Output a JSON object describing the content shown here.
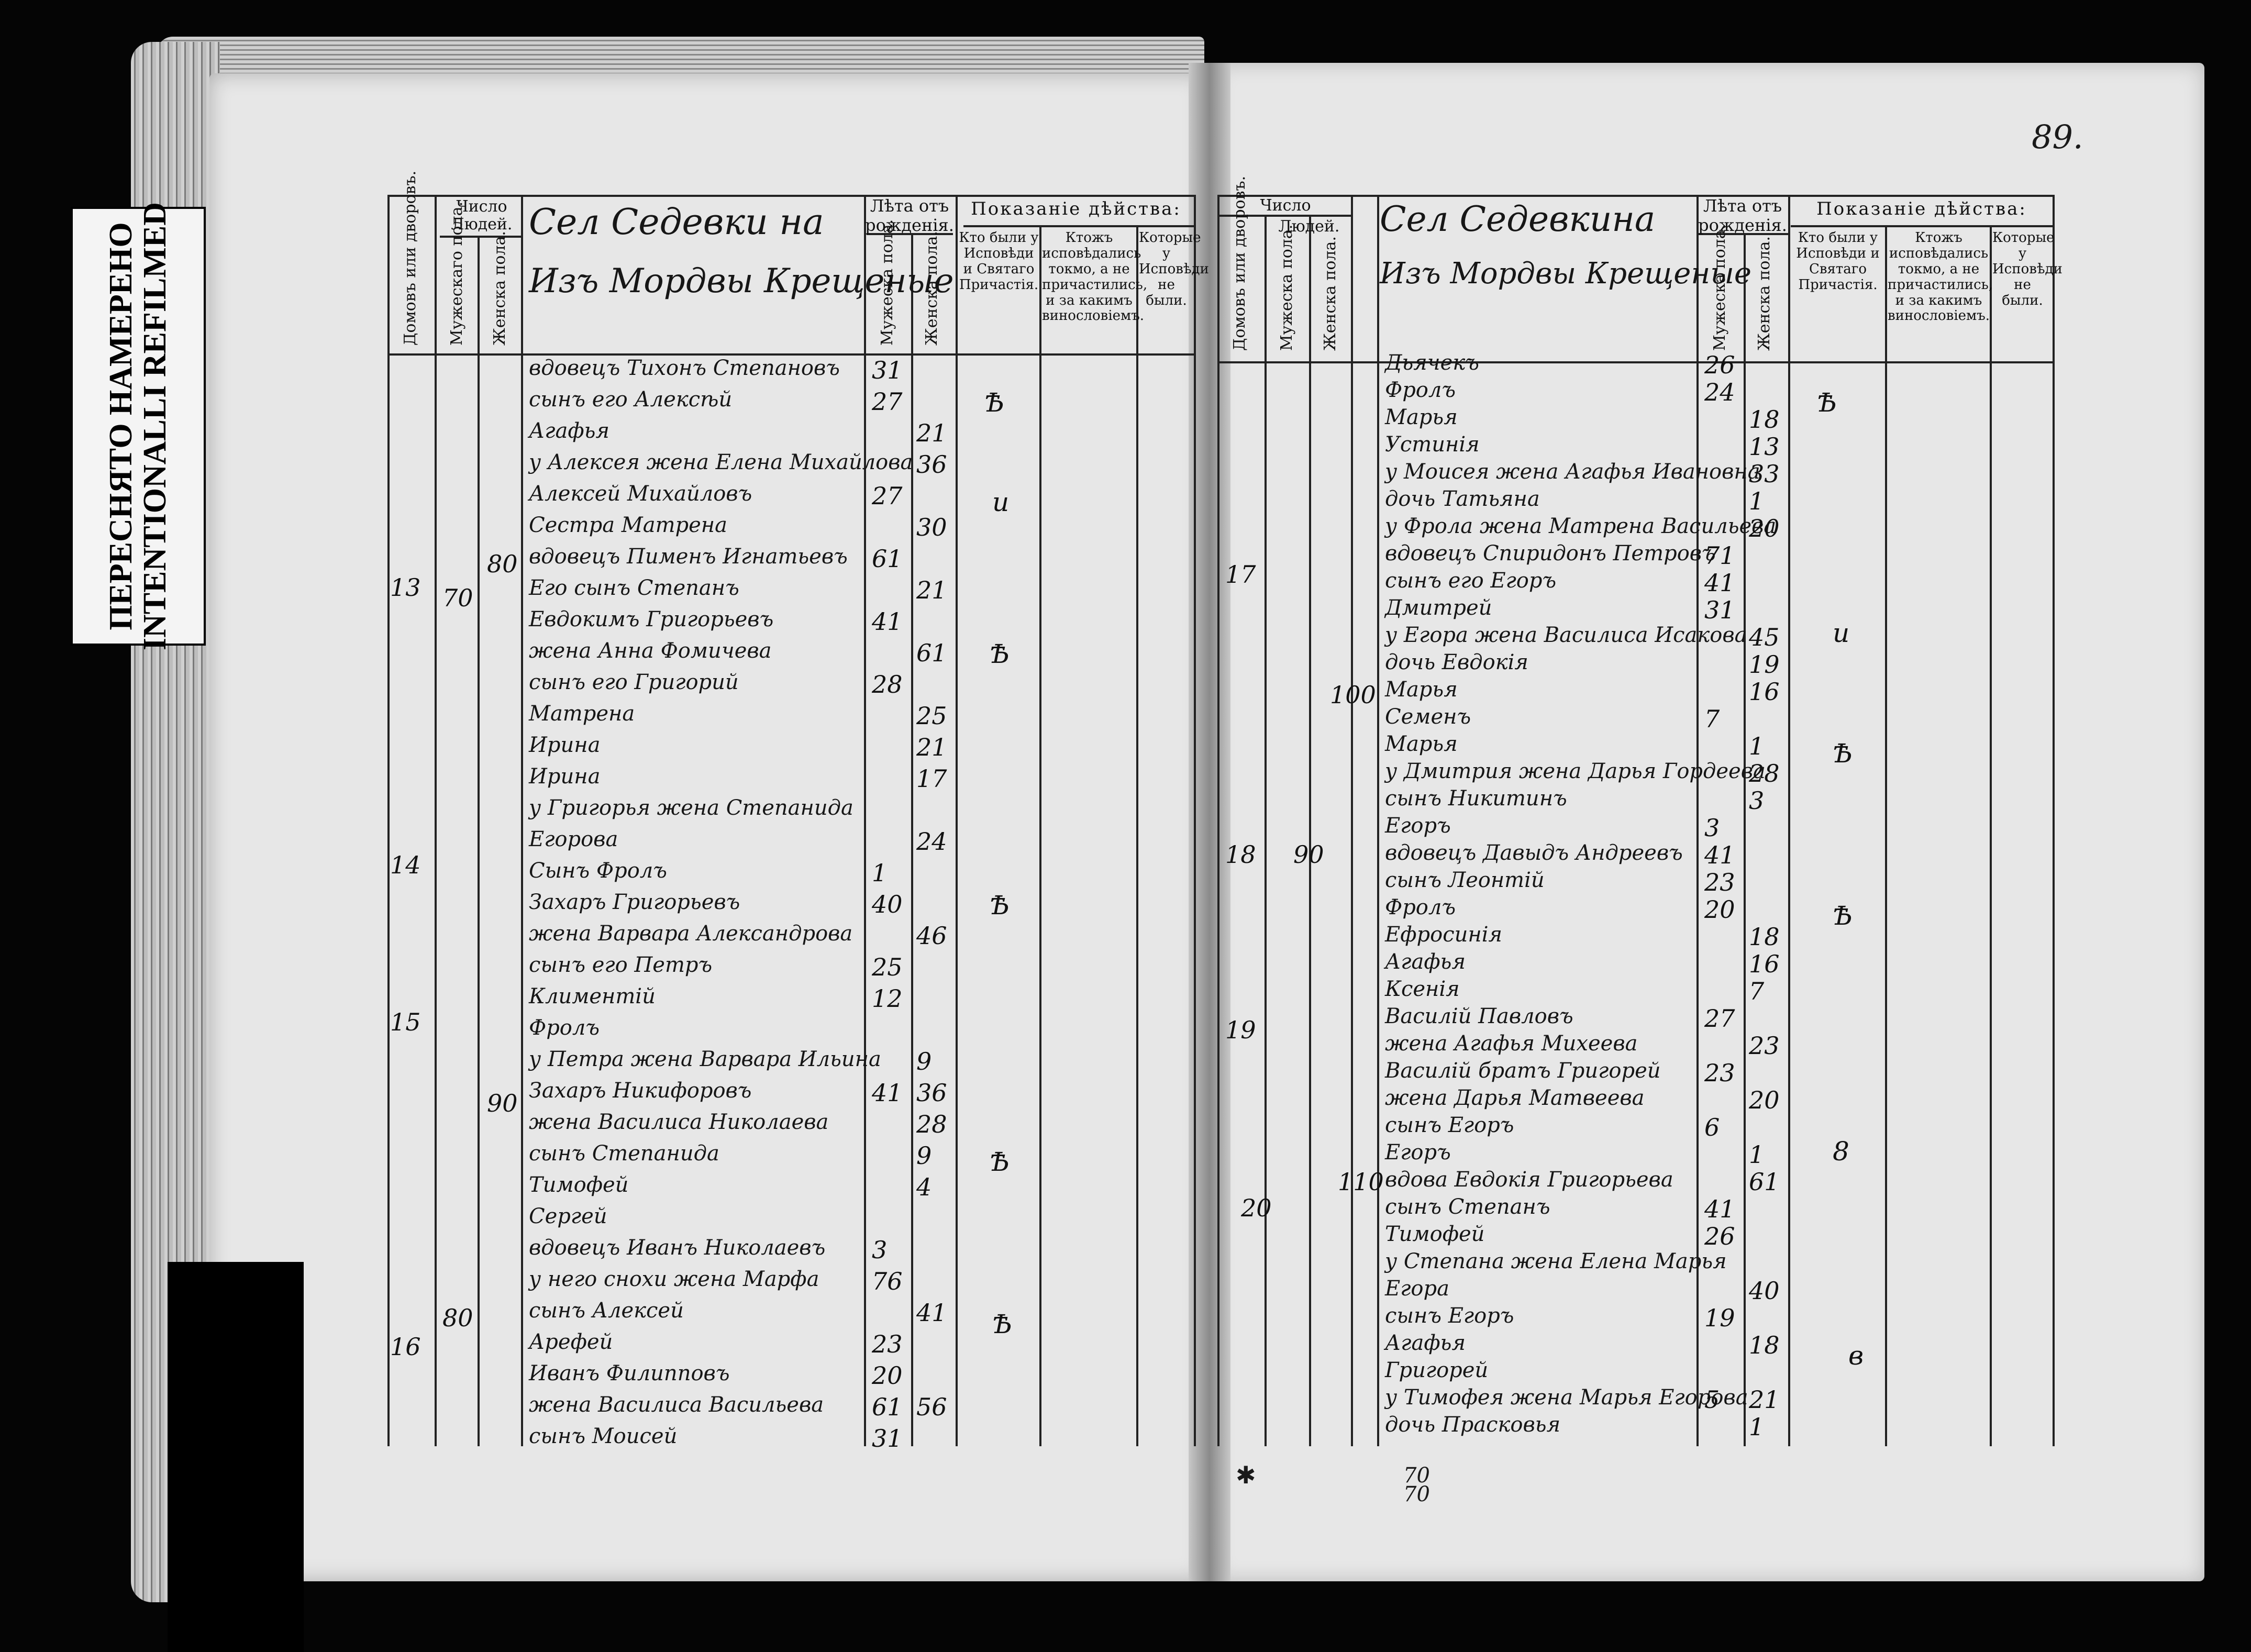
{
  "stamp": {
    "line1": "ПЕРЕСНЯТО НАМЕРЕНО",
    "line2": "INTENTIONALLI REFILMED"
  },
  "folio": "89.",
  "left": {
    "headers": {
      "chislo": "Число",
      "lyudey": "Людей.",
      "domov": "Домовъ или дворовъ.",
      "muzh": "Мужескаго пола.",
      "zhen": "Женска пола.",
      "village": "Сел Седевки на",
      "village2": "Изъ Мордвы Крещеные",
      "leta": "Лѣта отъ рожденія.",
      "leta_m": "Мужеска пола.",
      "leta_z": "Женска пола.",
      "pokaz": "Показаніе дѣйства:",
      "c1": "Кто были у Исповѣди и Святаго Причастія.",
      "c2": "Ктожъ исповѣдались токмо, а не причастились, и за какимъ винословіемъ.",
      "c3": "Которые у Исповѣди не были."
    },
    "entries": [
      {
        "text": "вдовецъ Тихонъ Степановъ",
        "m": "31",
        "z": ""
      },
      {
        "text": "сынъ его Алексѣй",
        "m": "27",
        "z": ""
      },
      {
        "text": "Агафья",
        "m": "",
        "z": "21"
      },
      {
        "text": "у Алексея жена Елена Михайлова",
        "m": "",
        "z": "36"
      },
      {
        "text": "Алексей Михайловъ",
        "m": "27",
        "z": ""
      },
      {
        "text": "Сестра Матрена",
        "m": "",
        "z": "30"
      },
      {
        "text": "вдовецъ Пименъ Игнатьевъ",
        "m": "61",
        "z": ""
      },
      {
        "text": "Его сынъ Степанъ",
        "m": "",
        "z": "21"
      },
      {
        "text": "Евдокимъ Григорьевъ",
        "m": "41",
        "z": ""
      },
      {
        "text": "жена Анна Фомичева",
        "m": "",
        "z": "61"
      },
      {
        "text": "сынъ его Григорий",
        "m": "28",
        "z": ""
      },
      {
        "text": "Матрена",
        "m": "",
        "z": "25"
      },
      {
        "text": "Ирина",
        "m": "",
        "z": "21"
      },
      {
        "text": "Ирина",
        "m": "",
        "z": "17"
      },
      {
        "text": "у Григорья жена Степанида",
        "m": "",
        "z": ""
      },
      {
        "text": "Егорова",
        "m": "",
        "z": "24"
      },
      {
        "text": "Сынъ Фролъ",
        "m": "1",
        "z": ""
      },
      {
        "text": "Захаръ Григорьевъ",
        "m": "40",
        "z": ""
      },
      {
        "text": "жена Варвара Александрова",
        "m": "",
        "z": "46"
      },
      {
        "text": "сынъ его Петръ",
        "m": "25",
        "z": ""
      },
      {
        "text": "Климентій",
        "m": "12",
        "z": ""
      },
      {
        "text": "Фролъ",
        "m": "",
        "z": ""
      },
      {
        "text": "у Петра жена Варвара Ильина",
        "m": "",
        "z": "9"
      },
      {
        "text": "Захаръ Никифоровъ",
        "m": "41",
        "z": "36"
      },
      {
        "text": "жена Василиса Николаева",
        "m": "",
        "z": "28"
      },
      {
        "text": "сынъ Степанида",
        "m": "",
        "z": "9"
      },
      {
        "text": "Тимофей",
        "m": "",
        "z": "4"
      },
      {
        "text": "Сергей",
        "m": "",
        "z": ""
      },
      {
        "text": "вдовецъ Иванъ Николаевъ",
        "m": "3",
        "z": ""
      },
      {
        "text": "у него снохи жена Марфа",
        "m": "76",
        "z": ""
      },
      {
        "text": "сынъ Алексей",
        "m": "",
        "z": "41"
      },
      {
        "text": "Арефей",
        "m": "23",
        "z": ""
      },
      {
        "text": "Иванъ Филипповъ",
        "m": "20",
        "z": ""
      },
      {
        "text": "жена Василиса Васильева",
        "m": "61",
        "z": "56"
      },
      {
        "text": "сынъ Моисей",
        "m": "31",
        "z": ""
      }
    ],
    "dvory": [
      "13",
      "14",
      "15",
      "16"
    ],
    "muzh_counts": [
      "70",
      "80",
      "90",
      "80"
    ]
  },
  "right": {
    "headers": {
      "chislo": "Число",
      "lyudey": "Людей.",
      "domov": "Домовъ или дворовъ.",
      "muzh": "Мужеска пола.",
      "zhen": "Женска пола.",
      "village": "Сел Седевкина",
      "village2": "Изъ Мордвы Крещеные",
      "leta": "Лѣта отъ рожденія.",
      "leta_m": "Мужеска пола.",
      "leta_z": "Женска пола.",
      "pokaz": "Показаніе дѣйства:",
      "c1": "Кто были у Исповѣди и Святаго Причастія.",
      "c2": "Ктожъ исповѣдались токмо, а не причастились, и за какимъ винословіемъ.",
      "c3": "Которые у Исповѣди не были."
    },
    "entries": [
      {
        "text": "Дьячекъ",
        "m": "26",
        "z": ""
      },
      {
        "text": "Фролъ",
        "m": "24",
        "z": ""
      },
      {
        "text": "Марья",
        "m": "",
        "z": "18"
      },
      {
        "text": "Устинія",
        "m": "",
        "z": "13"
      },
      {
        "text": "у Моисея жена Агафья Ивановна",
        "m": "",
        "z": "33"
      },
      {
        "text": "дочь Татьяна",
        "m": "",
        "z": "1"
      },
      {
        "text": "у Фрола жена Матрена Васильева",
        "m": "",
        "z": "20"
      },
      {
        "text": "вдовецъ Спиридонъ Петровъ",
        "m": "71",
        "z": ""
      },
      {
        "text": "сынъ его Егоръ",
        "m": "41",
        "z": ""
      },
      {
        "text": "Дмитрей",
        "m": "31",
        "z": ""
      },
      {
        "text": "у Егора жена Василиса Исакова",
        "m": "",
        "z": "45"
      },
      {
        "text": "дочь Евдокія",
        "m": "",
        "z": "19"
      },
      {
        "text": "Марья",
        "m": "",
        "z": "16"
      },
      {
        "text": "Семенъ",
        "m": "7",
        "z": ""
      },
      {
        "text": "Марья",
        "m": "",
        "z": "1"
      },
      {
        "text": "у Дмитрия жена Дарья Гордеева",
        "m": "",
        "z": "28"
      },
      {
        "text": "сынъ Никитинъ",
        "m": "",
        "z": "3"
      },
      {
        "text": "Егоръ",
        "m": "3",
        "z": ""
      },
      {
        "text": "вдовецъ Давыдъ Андреевъ",
        "m": "41",
        "z": ""
      },
      {
        "text": "сынъ Леонтій",
        "m": "23",
        "z": ""
      },
      {
        "text": "Фролъ",
        "m": "20",
        "z": ""
      },
      {
        "text": "Ефросинія",
        "m": "",
        "z": "18"
      },
      {
        "text": "Агафья",
        "m": "",
        "z": "16"
      },
      {
        "text": "Ксенія",
        "m": "",
        "z": "7"
      },
      {
        "text": "Василій Павловъ",
        "m": "27",
        "z": ""
      },
      {
        "text": "жена Агафья Михеева",
        "m": "",
        "z": "23"
      },
      {
        "text": "Василій братъ Григорей",
        "m": "23",
        "z": ""
      },
      {
        "text": "жена Дарья Матвеева",
        "m": "",
        "z": "20"
      },
      {
        "text": "сынъ Егоръ",
        "m": "6",
        "z": ""
      },
      {
        "text": "Егоръ",
        "m": "",
        "z": "1"
      },
      {
        "text": "вдова Евдокія Григорьева",
        "m": "",
        "z": "61"
      },
      {
        "text": "сынъ Степанъ",
        "m": "41",
        "z": ""
      },
      {
        "text": "Тимофей",
        "m": "26",
        "z": ""
      },
      {
        "text": "у Степана жена Елена Марья",
        "m": "",
        "z": ""
      },
      {
        "text": "Егора",
        "m": "",
        "z": "40"
      },
      {
        "text": "сынъ Егоръ",
        "m": "19",
        "z": ""
      },
      {
        "text": "Агафья",
        "m": "",
        "z": "18"
      },
      {
        "text": "Григорей",
        "m": "",
        "z": ""
      },
      {
        "text": "у Тимофея жена Марья Егорова",
        "m": "5",
        "z": "21"
      },
      {
        "text": "дочь Прасковья",
        "m": "",
        "z": "1"
      }
    ],
    "dvory": [
      "17",
      "18",
      "19",
      "20"
    ],
    "muzh_counts": [
      "90"
    ],
    "zhen_counts": [
      "100",
      "110"
    ]
  },
  "bottom_number": "70\n70"
}
